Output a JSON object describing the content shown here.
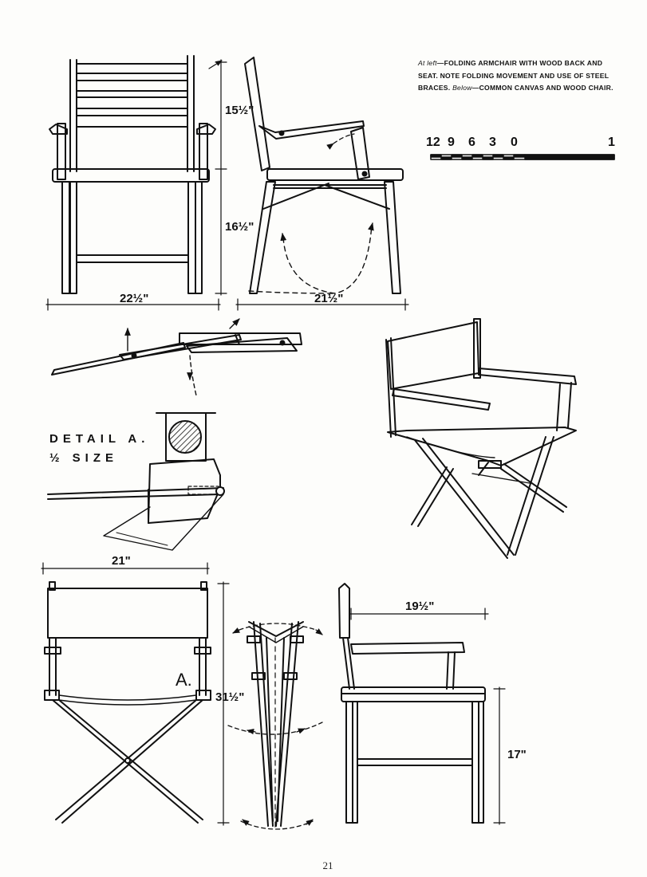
{
  "caption": {
    "lead": "At left",
    "part1": "—FOLDING ARMCHAIR WITH WOOD BACK AND SEAT. NOTE FOLDING MOVEMENT AND USE OF STEEL BRACES. ",
    "lead2": "Below",
    "part2": "—COMMON CANVAS AND WOOD CHAIR."
  },
  "scale": {
    "labels": [
      "12",
      "9",
      "6",
      "3",
      "0",
      "1"
    ]
  },
  "dimensions": {
    "armchair_back_height": "15½\"",
    "armchair_seat_height": "16½\"",
    "armchair_front_width": "22½\"",
    "armchair_side_depth": "21½\"",
    "canvas_front_width": "21\"",
    "canvas_total_height": "31½\"",
    "canvas_side_depth": "19½\"",
    "canvas_seat_height": "17\""
  },
  "detail": {
    "title": "DETAIL A.",
    "size": "½ SIZE"
  },
  "marker": {
    "a_label": "A."
  },
  "page_number": "21",
  "colors": {
    "ink": "#111111",
    "paper": "#fdfdfb"
  }
}
